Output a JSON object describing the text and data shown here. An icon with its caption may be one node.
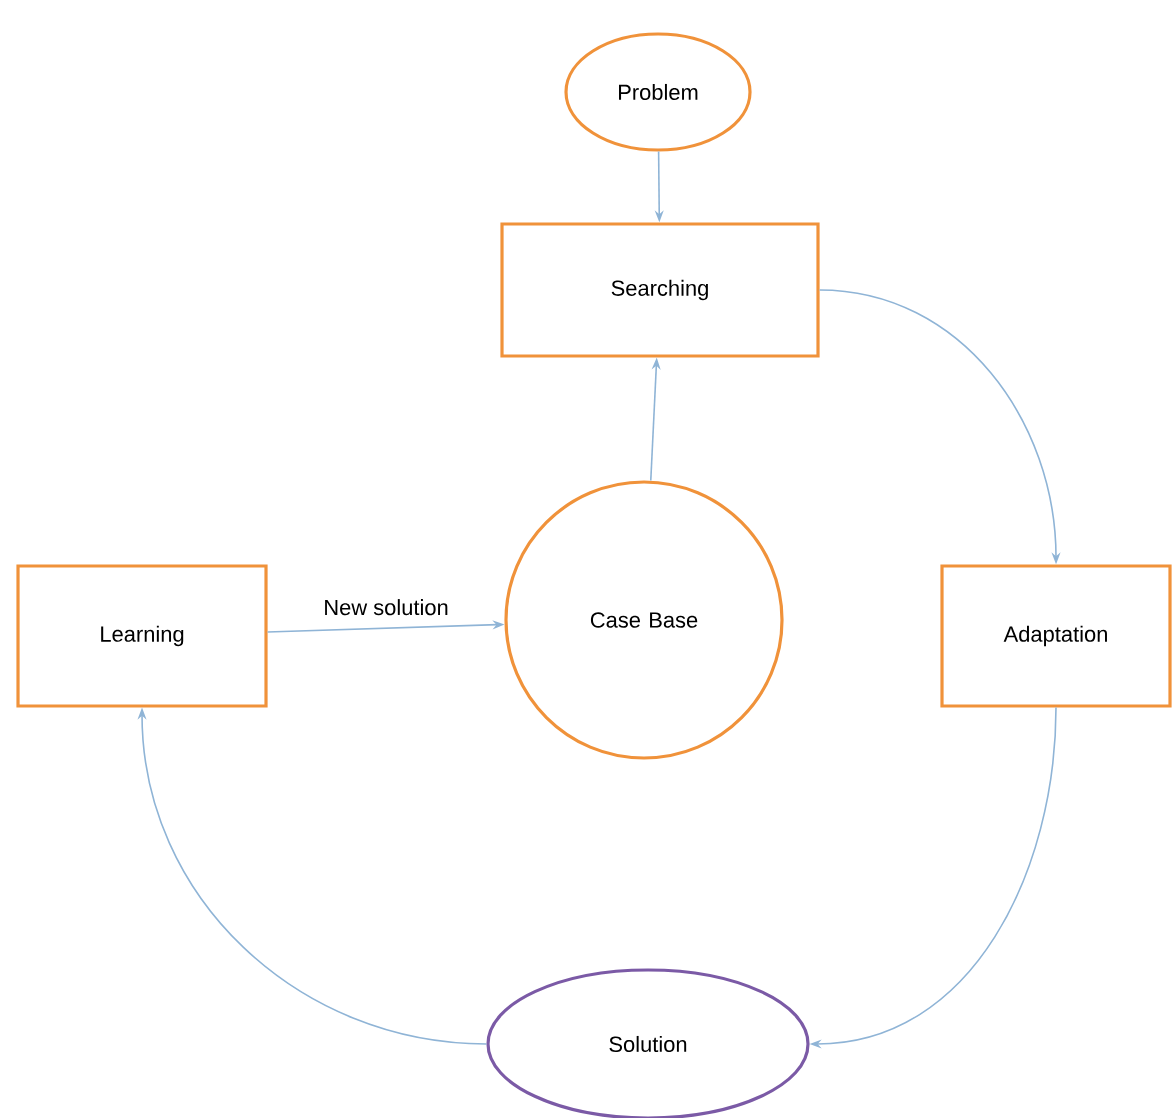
{
  "diagram": {
    "nodes": [
      {
        "text": [
          "Problem"
        ]
      },
      {
        "text": [
          "Searching"
        ]
      },
      {
        "text": [
          "Case Base"
        ]
      },
      {
        "text": [
          "Learning"
        ]
      },
      {
        "text": [
          "Adaptation"
        ]
      },
      {
        "text": [
          "Solution"
        ]
      }
    ],
    "edges": [
      {
        "from": 0,
        "to": 1,
        "arrow": "to"
      },
      {
        "from": 2,
        "to": 1,
        "arrow": "to"
      },
      {
        "from": 3,
        "to": 2,
        "arrow": "to",
        "label": "New solution"
      },
      {
        "from": 1,
        "to": 4,
        "arrow": "to"
      },
      {
        "from": 4,
        "to": 5,
        "arrow": "to"
      },
      {
        "from": 5,
        "to": 3,
        "arrow": "to"
      }
    ]
  }
}
